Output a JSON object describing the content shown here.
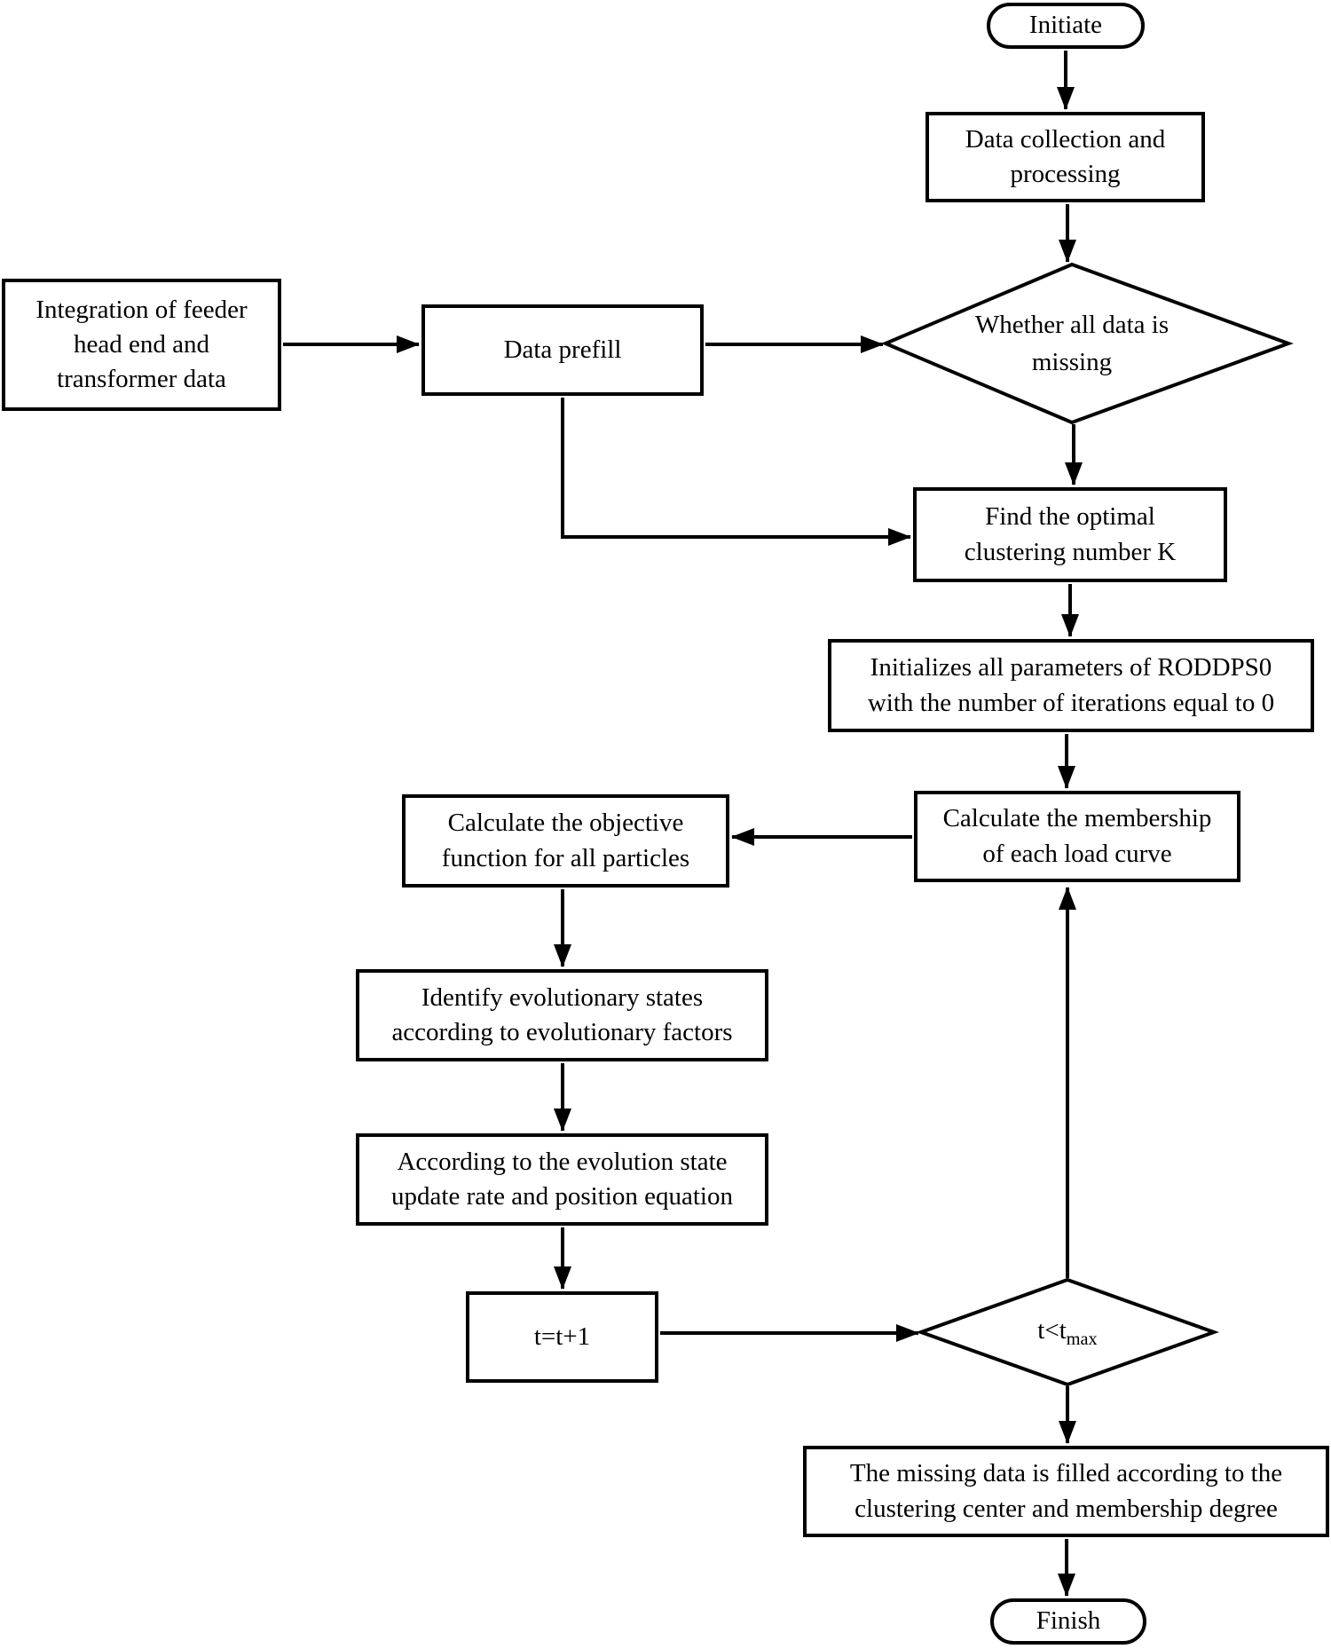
{
  "flowchart": {
    "nodes": {
      "initiate": "Initiate",
      "data_collection": [
        "Data collection and",
        "processing"
      ],
      "whether_all_data_missing": [
        "Whether all data is",
        "missing"
      ],
      "integration": [
        "Integration of feeder",
        "head end and",
        "transformer data"
      ],
      "data_prefill": "Data prefill",
      "find_optimal_k": [
        "Find the optimal",
        "clustering number K"
      ],
      "initialize_parameters": [
        "Initializes all parameters of RODDPS0",
        "with the number of iterations equal to 0"
      ],
      "calc_membership": [
        "Calculate the membership",
        "of each load curve"
      ],
      "calc_objective": [
        "Calculate the objective",
        "function for all particles"
      ],
      "identify_states": [
        "Identify evolutionary states",
        "according to evolutionary factors"
      ],
      "update_rate_position": [
        "According to the evolution state",
        "update rate and position equation"
      ],
      "increment": "t=t+1",
      "loop_condition": {
        "main": "t<t",
        "sub": "max"
      },
      "fill_missing": [
        "The missing data is filled according to the",
        "clustering center and membership degree"
      ],
      "finish": "Finish"
    },
    "colors": {
      "stroke": "#000000",
      "background": "#ffffff"
    }
  }
}
